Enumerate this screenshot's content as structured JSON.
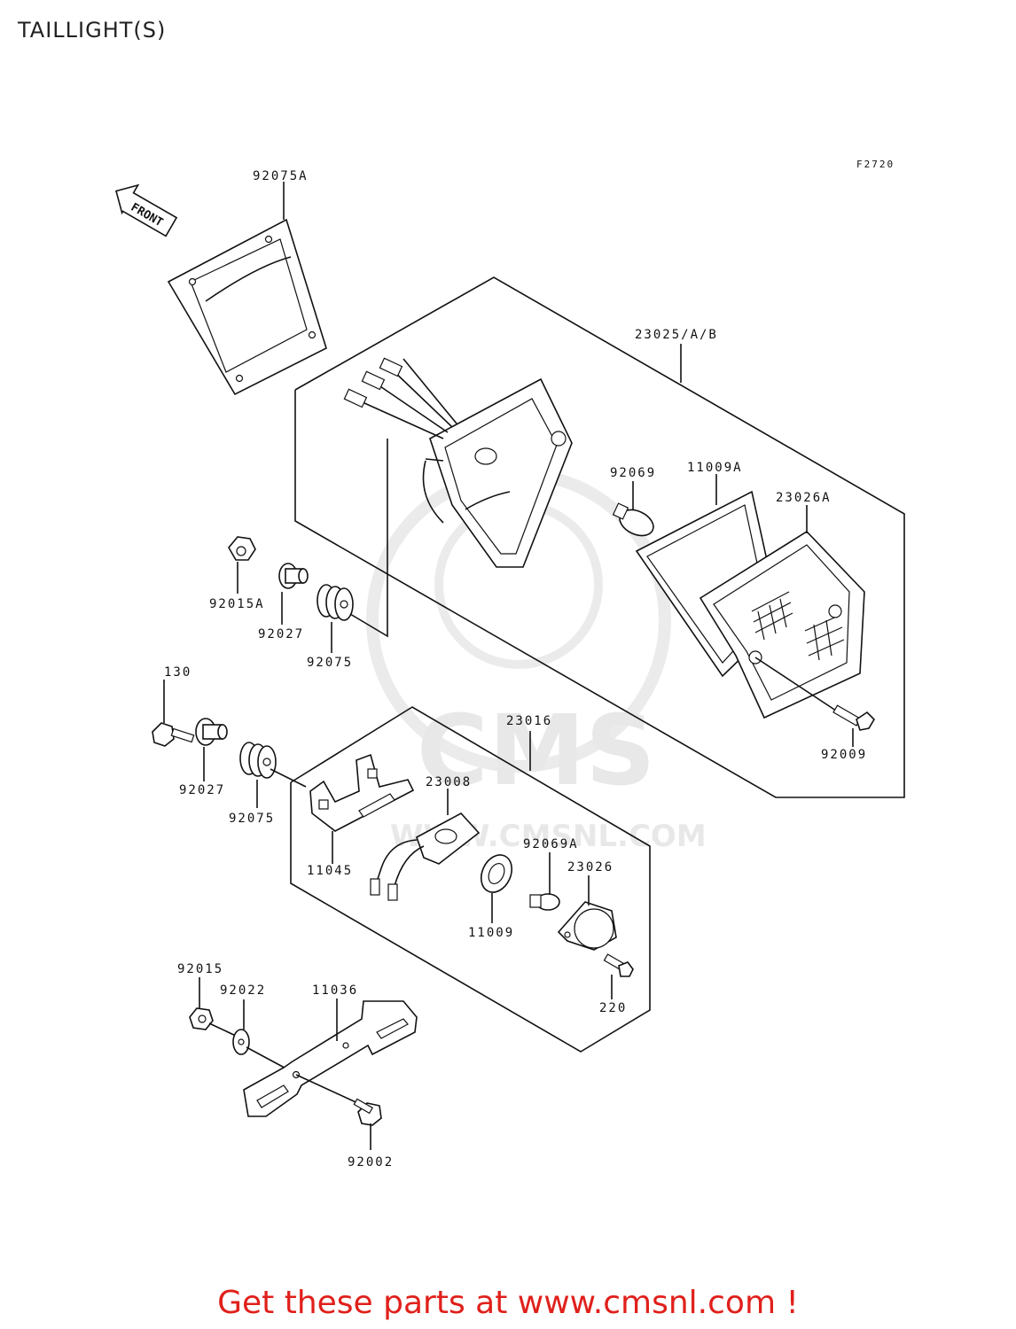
{
  "title": "TAILLIGHT(S)",
  "figure_code": "F2720",
  "front_label": "FRONT",
  "promo_text": "Get these parts at www.cmsnl.com !",
  "watermark": {
    "brand": "CMS",
    "url": "WWW.CMSNL.COM"
  },
  "promo_color": "#e0201b",
  "parts": {
    "gasket_92075A": "92075A",
    "taillight_23025": "23025/A/B",
    "bulb_92069": "92069",
    "gasket_11009A": "11009A",
    "lens_23026A": "23026A",
    "nut_92015A": "92015A",
    "collar_92027_top": "92027",
    "grommet_92075_top": "92075",
    "bolt_130": "130",
    "collar_92027_mid": "92027",
    "grommet_92075_mid": "92075",
    "lamp_23016": "23016",
    "socket_23008": "23008",
    "bulb_92069A": "92069A",
    "lens_23026": "23026",
    "bracket_11045": "11045",
    "gasket_11009": "11009",
    "screw_220": "220",
    "screw_92009": "92009",
    "nut_92015": "92015",
    "washer_92022": "92022",
    "bracket_11036": "11036",
    "bolt_92002": "92002"
  }
}
